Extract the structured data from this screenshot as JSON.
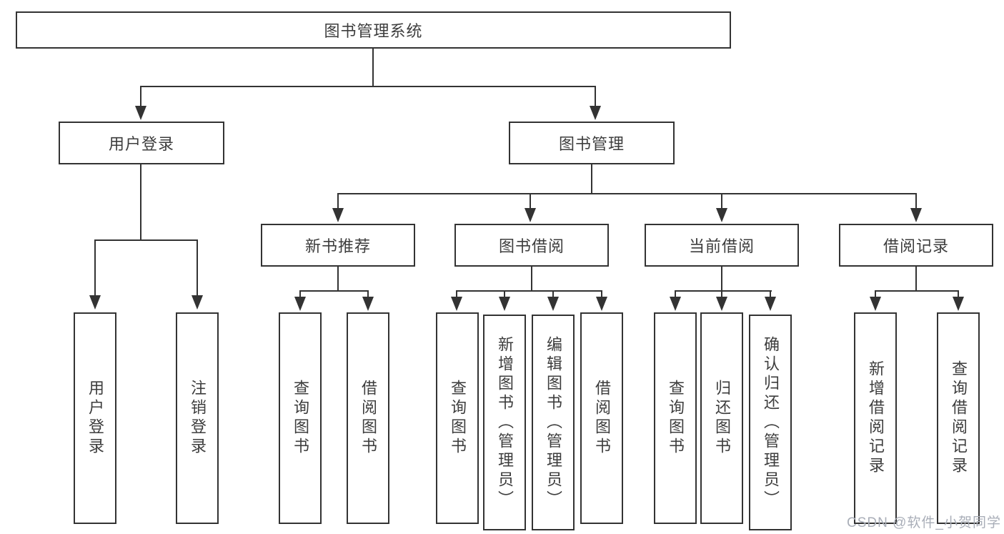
{
  "title": "图书管理系统",
  "watermark": "CSDN @软件_小贺同学",
  "tree": {
    "root": {
      "label": "图书管理系统"
    },
    "branches": [
      {
        "label": "用户登录",
        "children": [
          {
            "label": "用户登录"
          },
          {
            "label": "注销登录"
          }
        ]
      },
      {
        "label": "图书管理",
        "children": [
          {
            "label": "新书推荐",
            "children": [
              {
                "label": "查询图书"
              },
              {
                "label": "借阅图书"
              }
            ]
          },
          {
            "label": "图书借阅",
            "children": [
              {
                "label": "查询图书"
              },
              {
                "label": "新增图书（管理员）"
              },
              {
                "label": "编辑图书（管理员）"
              },
              {
                "label": "借阅图书"
              }
            ]
          },
          {
            "label": "当前借阅",
            "children": [
              {
                "label": "查询图书"
              },
              {
                "label": "归还图书"
              },
              {
                "label": "确认归还（管理员）"
              }
            ]
          },
          {
            "label": "借阅记录",
            "children": [
              {
                "label": "新增借阅记录"
              },
              {
                "label": "查询借阅记录"
              }
            ]
          }
        ]
      }
    ]
  }
}
